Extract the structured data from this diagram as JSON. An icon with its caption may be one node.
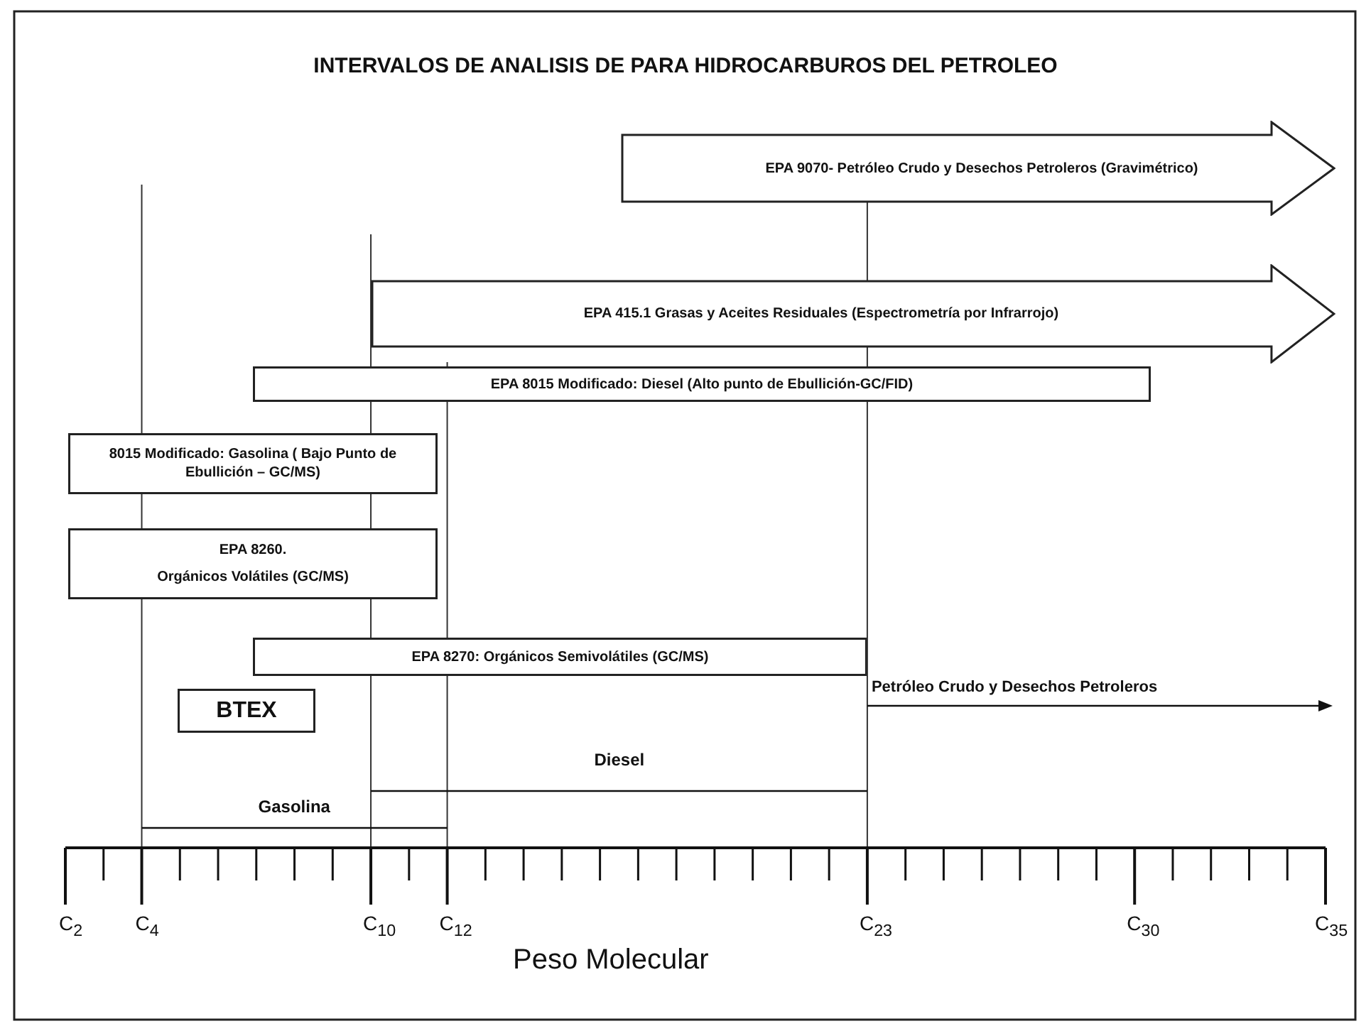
{
  "diagram": {
    "title": "INTERVALOS DE ANALISIS DE PARA HIDROCARBUROS DEL PETROLEO",
    "nodes": [
      {
        "text": [
          "EPA 9070- Petróleo Crudo y Desechos Petroleros (Gravimétrico)"
        ]
      },
      {
        "text": [
          "EPA 415.1 Grasas y Aceites Residuales (Espectrometría por Infrarrojo)"
        ]
      },
      {
        "text": [
          "EPA 8015 Modificado: Diesel (Alto punto de Ebullición-GC/FID)"
        ]
      },
      {
        "text": [
          "8015 Modificado: Gasolina ( Bajo Punto de Ebullición – GC/MS)"
        ]
      },
      {
        "text": [
          "EPA 8260.",
          "Orgánicos Volátiles (GC/MS)"
        ]
      },
      {
        "text": [
          "EPA 8270: Orgánicos Semivolátiles (GC/MS)"
        ]
      },
      {
        "text": [
          "BTEX"
        ]
      }
    ],
    "labels": [
      "Petróleo Crudo y Desechos Petroleros",
      "Diesel",
      "Gasolina",
      "C$_{2}$",
      "C$_{4}$",
      "C$_{10}$",
      "C$_{12}$",
      "C$_{23}$",
      "C$_{30}$",
      "C$_{35}$",
      "Peso Molecular"
    ]
  }
}
